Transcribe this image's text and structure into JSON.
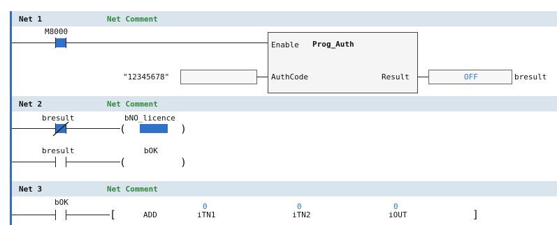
{
  "colors": {
    "header_bg": "#d9e4ec",
    "comment_green": "#2e8b3a",
    "active_blue": "#2f72c8",
    "value_blue": "#2a7ad1"
  },
  "nets": [
    {
      "label": "Net 1",
      "comment": "Net Comment",
      "contact": "M8000",
      "block": {
        "enable_label": "Enable",
        "name": "Prog_Auth",
        "input_pin": "AuthCode",
        "output_pin": "Result",
        "input_value": "\"12345678\"",
        "output_value": "OFF",
        "output_var": "bresult"
      }
    },
    {
      "label": "Net 2",
      "comment": "Net Comment",
      "rung1": {
        "contact": "bresult",
        "coil": "bNO_licence"
      },
      "rung2": {
        "contact": "bresult",
        "coil": "bOK"
      }
    },
    {
      "label": "Net 3",
      "comment": "Net Comment",
      "contact": "bOK",
      "instr": {
        "name": "ADD",
        "operands": [
          {
            "name": "iTN1",
            "value": "0"
          },
          {
            "name": "iTN2",
            "value": "0"
          },
          {
            "name": "iOUT",
            "value": "0"
          }
        ]
      }
    }
  ]
}
